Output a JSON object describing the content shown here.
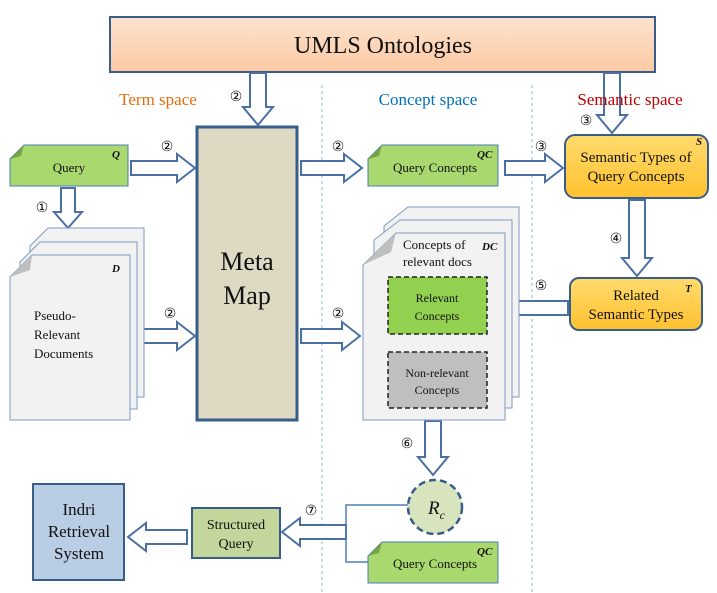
{
  "title": "UMLS Ontologies",
  "sections": {
    "term": "Term space",
    "concept": "Concept space",
    "semantic": "Semantic space"
  },
  "colors": {
    "term": "#e46c0a",
    "concept": "#0070c0",
    "semantic": "#c00000",
    "umls": "#fcd5b5",
    "metamap": "#ddd9c3",
    "card_green": "#a9d86e",
    "semantic_box": "#ffc832",
    "indri": "#b9cde5",
    "structured": "#c3d69b",
    "rc": "#d7e4bd",
    "outline": "#385d8a"
  },
  "nodes": {
    "metamap": [
      "Meta",
      "Map"
    ],
    "query": {
      "label": "Query",
      "symbol": "Q"
    },
    "docs": {
      "lines": [
        "Pseudo-",
        "Relevant",
        "Documents"
      ],
      "symbol": "D"
    },
    "query_concepts": {
      "label": "Query Concepts",
      "symbol": "QC"
    },
    "semantic_types": {
      "lines": [
        "Semantic Types of",
        "Query Concepts"
      ],
      "symbol": "S"
    },
    "related_types": {
      "lines": [
        "Related",
        "Semantic Types"
      ],
      "symbol": "T"
    },
    "concept_docs": {
      "lines": [
        "Concepts of",
        "relevant docs"
      ],
      "symbol": "DC"
    },
    "relevant": [
      "Relevant",
      "Concepts"
    ],
    "nonrelevant": [
      "Non-relevant",
      "Concepts"
    ],
    "rc": {
      "base": "R",
      "sub": "c"
    },
    "query_concepts_bottom": {
      "label": "Query Concepts",
      "symbol": "QC"
    },
    "structured": [
      "Structured",
      "Query"
    ],
    "indri": [
      "Indri",
      "Retrieval",
      "System"
    ]
  },
  "steps": {
    "s1": "①",
    "s2": "②",
    "s3": "③",
    "s4": "④",
    "s5": "⑤",
    "s6": "⑥",
    "s7": "⑦"
  }
}
